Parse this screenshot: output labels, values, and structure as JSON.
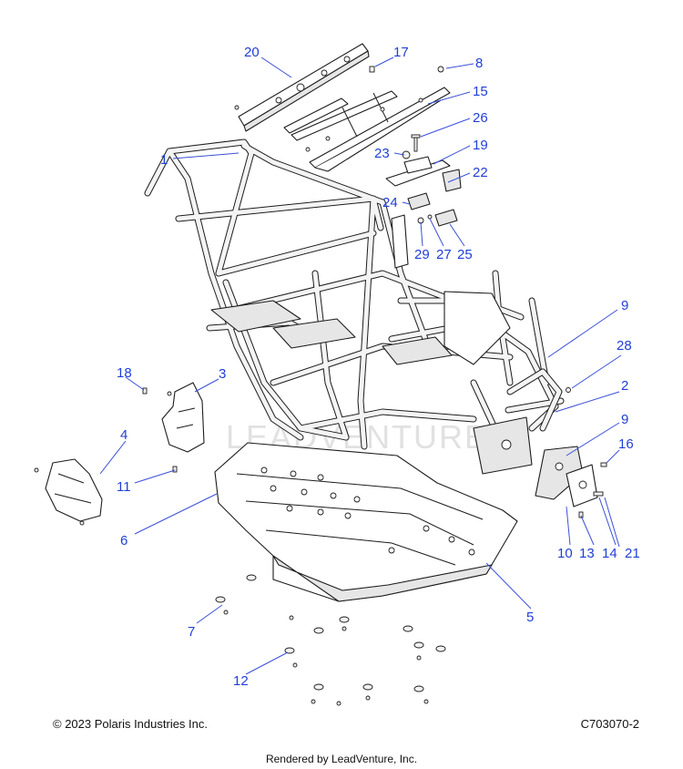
{
  "watermark": "LEADVENTURE",
  "callouts": [
    {
      "id": "20",
      "label": "20"
    },
    {
      "id": "17",
      "label": "17"
    },
    {
      "id": "8",
      "label": "8"
    },
    {
      "id": "15",
      "label": "15"
    },
    {
      "id": "26",
      "label": "26"
    },
    {
      "id": "1",
      "label": "1"
    },
    {
      "id": "23",
      "label": "23"
    },
    {
      "id": "19",
      "label": "19"
    },
    {
      "id": "22",
      "label": "22"
    },
    {
      "id": "24",
      "label": "24"
    },
    {
      "id": "29",
      "label": "29"
    },
    {
      "id": "27",
      "label": "27"
    },
    {
      "id": "25",
      "label": "25"
    },
    {
      "id": "9a",
      "label": "9"
    },
    {
      "id": "28",
      "label": "28"
    },
    {
      "id": "18",
      "label": "18"
    },
    {
      "id": "3",
      "label": "3"
    },
    {
      "id": "2",
      "label": "2"
    },
    {
      "id": "9b",
      "label": "9"
    },
    {
      "id": "4",
      "label": "4"
    },
    {
      "id": "16",
      "label": "16"
    },
    {
      "id": "11",
      "label": "11"
    },
    {
      "id": "6",
      "label": "6"
    },
    {
      "id": "10",
      "label": "10"
    },
    {
      "id": "13",
      "label": "13"
    },
    {
      "id": "14",
      "label": "14"
    },
    {
      "id": "21",
      "label": "21"
    },
    {
      "id": "5",
      "label": "5"
    },
    {
      "id": "7",
      "label": "7"
    },
    {
      "id": "12",
      "label": "12"
    }
  ],
  "footer": {
    "copyright": "© 2023 Polaris Industries Inc.",
    "diagram_code": "C703070-2",
    "rendered_by": "Rendered by LeadVenture, Inc."
  }
}
